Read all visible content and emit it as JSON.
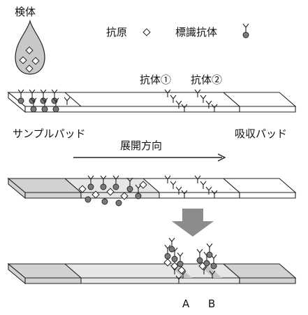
{
  "labels": {
    "sample": "検体",
    "antigen": "抗原",
    "labeled_antibody": "標識抗体",
    "antibody1": "抗体①",
    "antibody2": "抗体②",
    "sample_pad": "サンプルパッド",
    "absorb_pad": "吸収パッド",
    "direction": "展開方向",
    "line_a": "A",
    "line_b": "B"
  },
  "colors": {
    "stroke": "#222222",
    "drop": "#c8c8c8",
    "pad": "#d2d2d2",
    "particle": "#7a7a7a",
    "wet": "#e6e6e6",
    "arrow": "#8c8c8c",
    "band": "#c4c4c4"
  }
}
